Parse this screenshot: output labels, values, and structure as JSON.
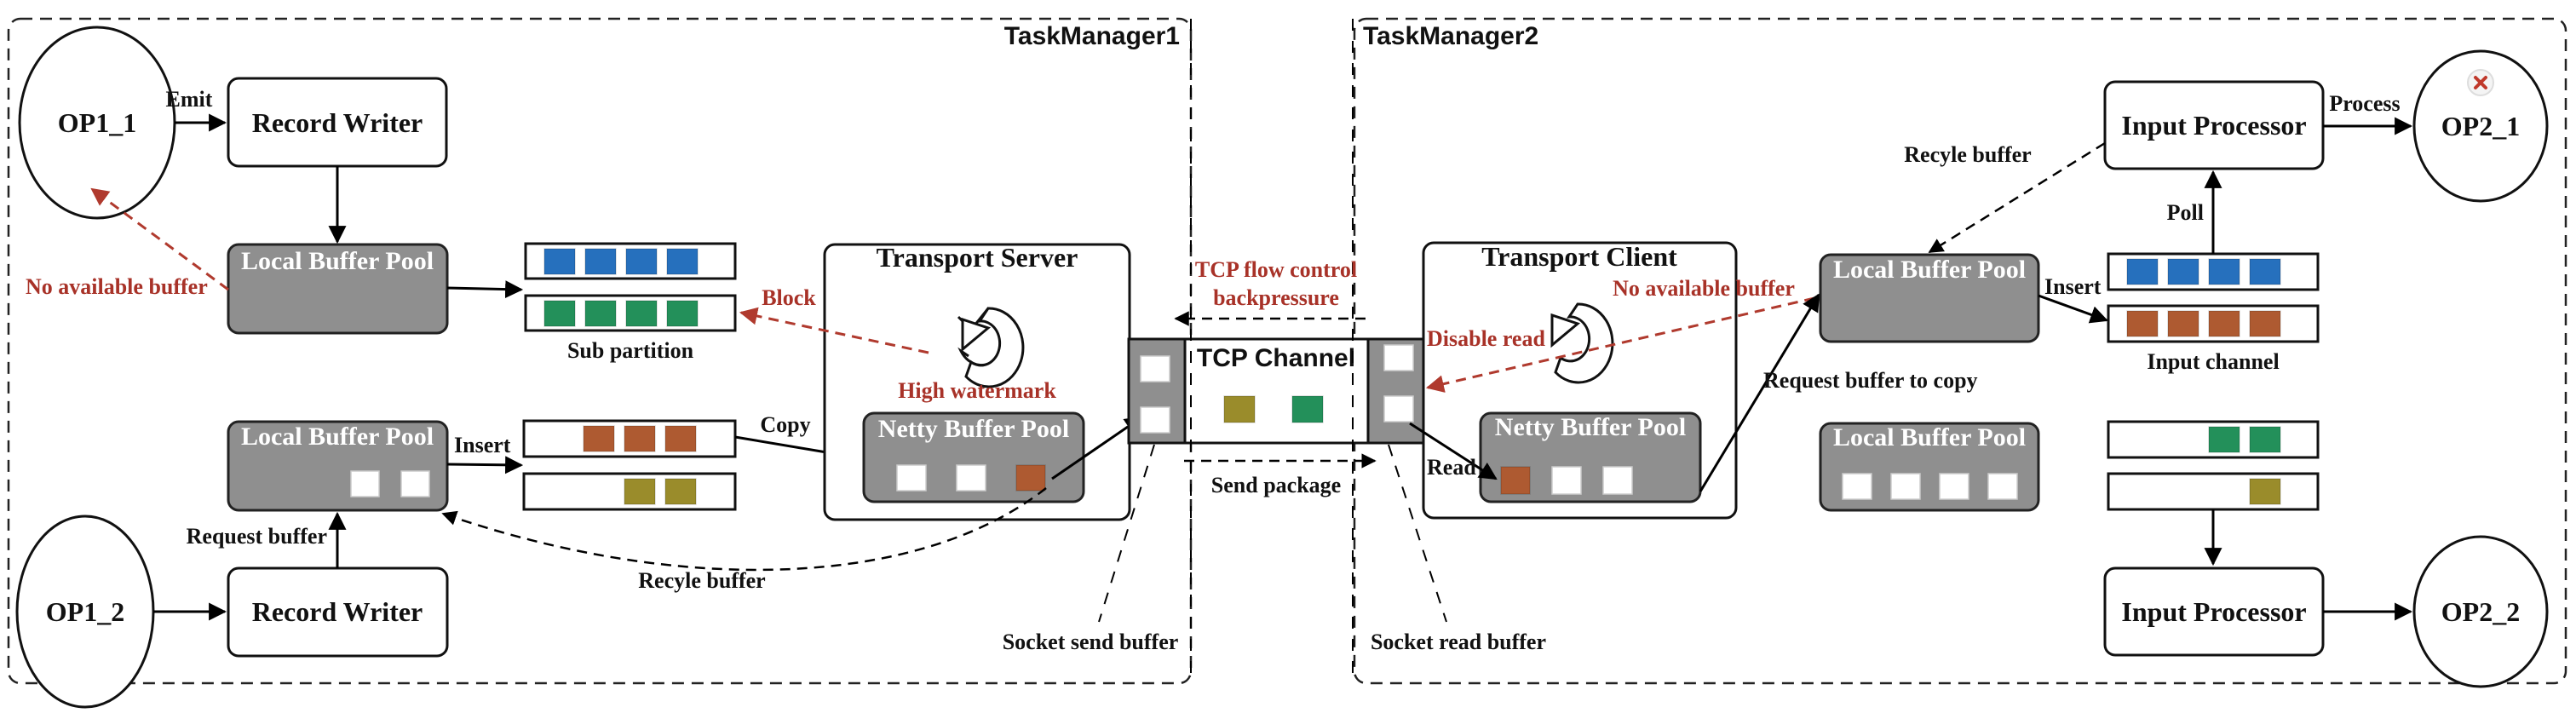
{
  "colors": {
    "blue": "#2670bd",
    "green": "#23905a",
    "orange": "#ae5a31",
    "olive": "#9a8c2b",
    "pool_gray": "#8f8f8f",
    "warning_red": "#a83228"
  },
  "task_manager_1": {
    "title": "TaskManager1",
    "operators": {
      "op1": "OP1_1",
      "op2": "OP1_2"
    },
    "record_writer_top": "Record Writer",
    "record_writer_bottom": "Record Writer",
    "local_buffer_pool_top": "Local Buffer Pool",
    "local_buffer_pool_bottom": "Local Buffer Pool",
    "sub_partition_label": "Sub partition",
    "transport_server": "Transport Server",
    "netty_buffer_pool": "Netty Buffer Pool",
    "labels": {
      "emit": "Emit",
      "no_available_buffer": "No available buffer",
      "block": "Block",
      "high_watermark": "High watermark",
      "insert": "Insert",
      "copy": "Copy",
      "request_buffer": "Request buffer",
      "recyle_buffer": "Recyle buffer",
      "socket_send_buffer": "Socket send buffer"
    },
    "sub_partition_queues": [
      {
        "buffers": [
          "blue",
          "blue",
          "blue",
          "blue"
        ]
      },
      {
        "buffers": [
          "green",
          "green",
          "green",
          "green"
        ]
      }
    ],
    "bottom_queues": [
      {
        "buffers": [
          "orange",
          "orange",
          "orange"
        ]
      },
      {
        "buffers": [
          "olive",
          "olive"
        ]
      }
    ],
    "bottom_pool_free_slots": 2,
    "netty_pool_buffers": [
      "empty",
      "empty",
      "orange"
    ]
  },
  "tcp_channel": {
    "title": "TCP Channel",
    "flow_control_line1": "TCP flow control",
    "flow_control_line2": "backpressure",
    "send_package": "Send package",
    "in_flight_buffers": [
      "olive",
      "green"
    ],
    "left_socket_slots": 2,
    "right_socket_slots": 2
  },
  "task_manager_2": {
    "title": "TaskManager2",
    "operators": {
      "op1": "OP2_1",
      "op2": "OP2_2"
    },
    "op1_status": "failed",
    "input_processor_top": "Input Processor",
    "input_processor_bottom": "Input Processor",
    "transport_client": "Transport Client",
    "netty_buffer_pool": "Netty Buffer Pool",
    "local_buffer_pool_top": "Local Buffer Pool",
    "local_buffer_pool_bottom": "Local Buffer Pool",
    "input_channel_label": "Input channel",
    "labels": {
      "process": "Process",
      "poll": "Poll",
      "recyle_buffer": "Recyle buffer",
      "insert": "Insert",
      "no_available_buffer": "No available buffer",
      "disable_read": "Disable read",
      "request_buffer_to_copy": "Request buffer to copy",
      "read": "Read",
      "socket_read_buffer": "Socket read buffer"
    },
    "input_channel_queues": [
      {
        "buffers": [
          "blue",
          "blue",
          "blue",
          "blue"
        ]
      },
      {
        "buffers": [
          "orange",
          "orange",
          "orange",
          "orange"
        ]
      }
    ],
    "bottom_queues": [
      {
        "buffers": [
          "green",
          "green"
        ]
      },
      {
        "buffers": [
          "olive"
        ]
      }
    ],
    "bottom_pool_free_slots": 4,
    "netty_pool_buffers": [
      "orange",
      "empty",
      "empty"
    ]
  }
}
